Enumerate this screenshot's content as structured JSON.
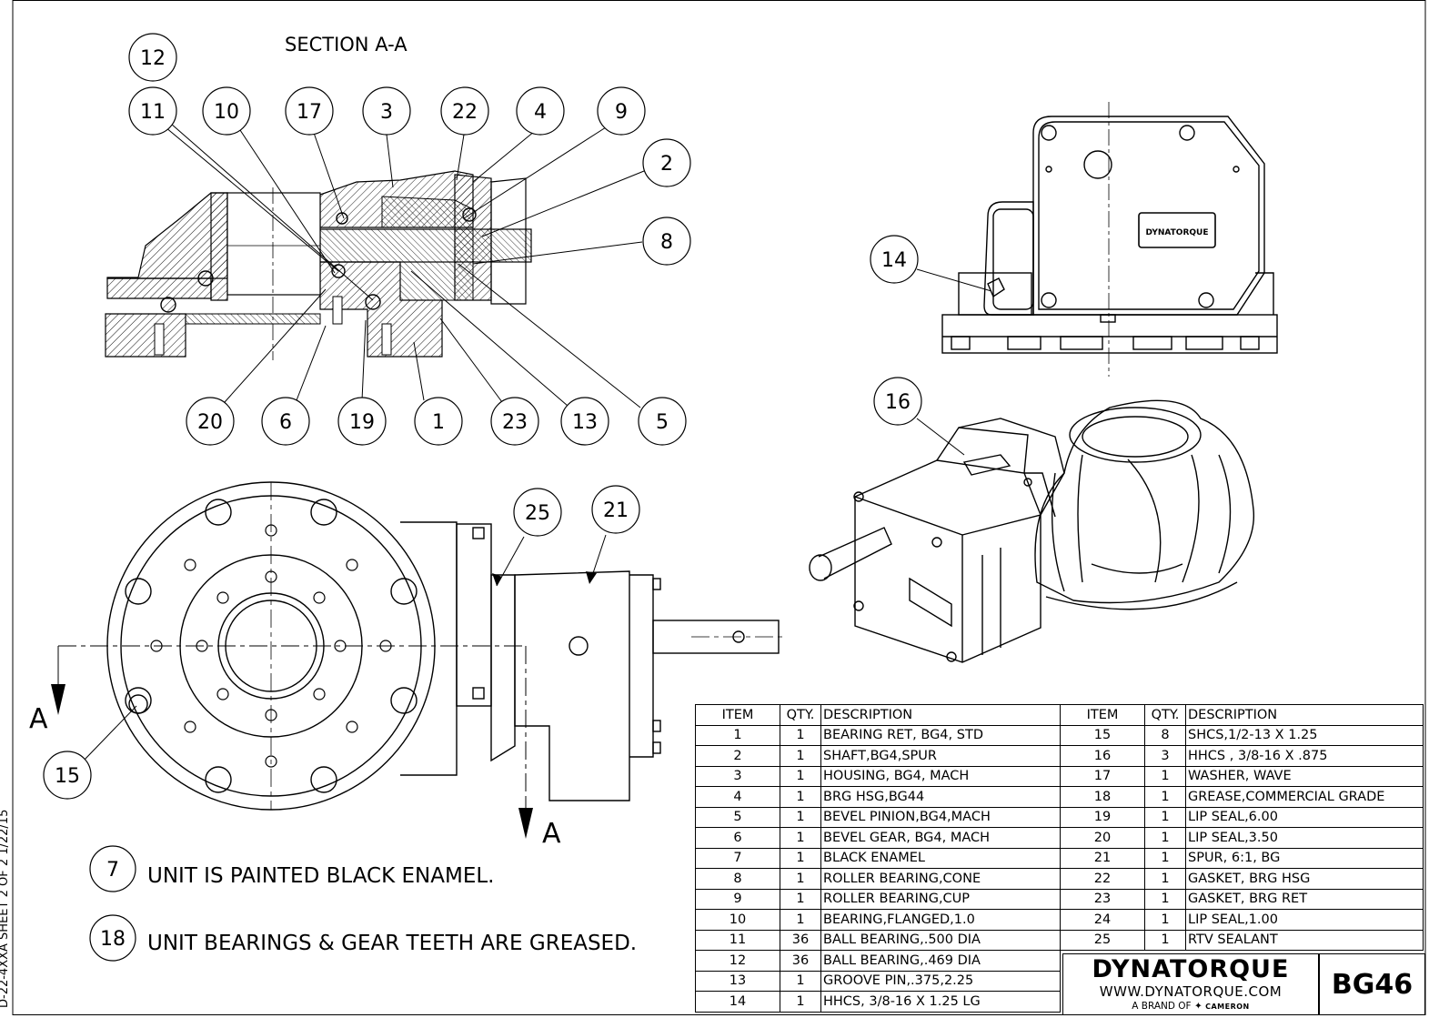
{
  "side_label": "D-22-4XXA   SHEET 2 OF 2   1/22/15",
  "section_title": "SECTION A-A",
  "section_markers": [
    "A",
    "A"
  ],
  "callouts": {
    "top": [
      "12",
      "11",
      "10",
      "17",
      "3",
      "22",
      "4",
      "9",
      "2",
      "8"
    ],
    "bottom": [
      "20",
      "6",
      "19",
      "1",
      "23",
      "13",
      "5"
    ],
    "side_view": "14",
    "iso_view": "16",
    "bottom_view": [
      "25",
      "21",
      "15"
    ]
  },
  "nameplate_text": "DYNATORQUE",
  "notes": [
    {
      "item": "7",
      "text": "UNIT IS PAINTED BLACK ENAMEL."
    },
    {
      "item": "18",
      "text": "UNIT BEARINGS & GEAR TEETH ARE GREASED."
    }
  ],
  "bom": {
    "headers": [
      "ITEM",
      "QTY.",
      "DESCRIPTION",
      "ITEM",
      "QTY.",
      "DESCRIPTION"
    ],
    "rows": [
      [
        "1",
        "1",
        "BEARING RET, BG4, STD",
        "15",
        "8",
        "SHCS,1/2-13 X 1.25"
      ],
      [
        "2",
        "1",
        "SHAFT,BG4,SPUR",
        "16",
        "3",
        "HHCS , 3/8-16 X .875"
      ],
      [
        "3",
        "1",
        "HOUSING, BG4, MACH",
        "17",
        "1",
        "WASHER, WAVE"
      ],
      [
        "4",
        "1",
        "BRG HSG,BG44",
        "18",
        "1",
        "GREASE,COMMERCIAL GRADE"
      ],
      [
        "5",
        "1",
        "BEVEL PINION,BG4,MACH",
        "19",
        "1",
        "LIP SEAL,6.00"
      ],
      [
        "6",
        "1",
        "BEVEL GEAR, BG4, MACH",
        "20",
        "1",
        "LIP SEAL,3.50"
      ],
      [
        "7",
        "1",
        "BLACK ENAMEL",
        "21",
        "1",
        "SPUR, 6:1, BG"
      ],
      [
        "8",
        "1",
        "ROLLER BEARING,CONE",
        "22",
        "1",
        "GASKET, BRG HSG"
      ],
      [
        "9",
        "1",
        "ROLLER BEARING,CUP",
        "23",
        "1",
        "GASKET, BRG RET"
      ],
      [
        "10",
        "1",
        "BEARING,FLANGED,1.0",
        "24",
        "1",
        "LIP SEAL,1.00"
      ],
      [
        "11",
        "36",
        "BALL BEARING,.500 DIA",
        "25",
        "1",
        "RTV SEALANT"
      ],
      [
        "12",
        "36",
        "BALL BEARING,.469 DIA"
      ],
      [
        "13",
        "1",
        "GROOVE PIN,.375,2.25"
      ],
      [
        "14",
        "1",
        "HHCS, 3/8-16 X 1.25 LG"
      ]
    ]
  },
  "title_block": {
    "brand": "DYNATORQUE",
    "website": "WWW.DYNATORQUE.COM",
    "brand_of": "A BRAND OF",
    "parent_logo": "CAMERON",
    "drawing_number": "BG46"
  }
}
